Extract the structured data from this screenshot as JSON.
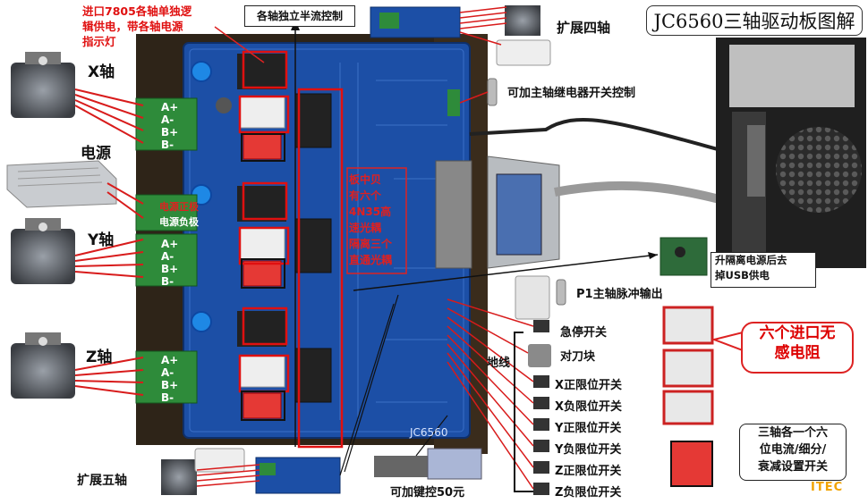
{
  "title": "JC6560三轴驱动板图解",
  "axes": {
    "x": "X轴",
    "y": "Y轴",
    "z": "Z轴"
  },
  "power_supply": "电源",
  "power_terminal": {
    "positive": "电源正极",
    "negative": "电源负极"
  },
  "coil_labels": [
    "A+",
    "A-",
    "B+",
    "B-"
  ],
  "note_7805": [
    "进口7805各轴单独逻",
    "辑供电，带各轴电源",
    "指示灯"
  ],
  "half_current": "各轴独立半流控制",
  "expand_four": "扩展四轴",
  "relay_control": "可加主轴继电器开关控制",
  "center_note": [
    "板中贝",
    "有六个",
    "4N35高",
    "速光耦",
    "隔离三个",
    "直通光耦"
  ],
  "isolated_psu": [
    "升隔离电源后去",
    "掉USB供电"
  ],
  "spindle_pulse": "P1主轴脉冲输出",
  "estop": "急停开关",
  "tool_block": "对刀块",
  "ground": "地线",
  "limit_switches": [
    "X正限位开关",
    "X负限位开关",
    "Y正限位开关",
    "Y负限位开关",
    "Z正限位开关",
    "Z负限位开关"
  ],
  "sensor_resistor": [
    "六个进口无",
    "感电阻"
  ],
  "dip_switch_note": [
    "三轴各一个六",
    "位电流/细分/",
    "衰减设置开关"
  ],
  "expand_five": "扩展五轴",
  "keypad": "可加键控50元",
  "board_model": "JC6560",
  "watermark": "ITEC",
  "colors": {
    "pcb": "#1c4fa6",
    "red": "#d81b1b",
    "bg": "#ffffff"
  }
}
